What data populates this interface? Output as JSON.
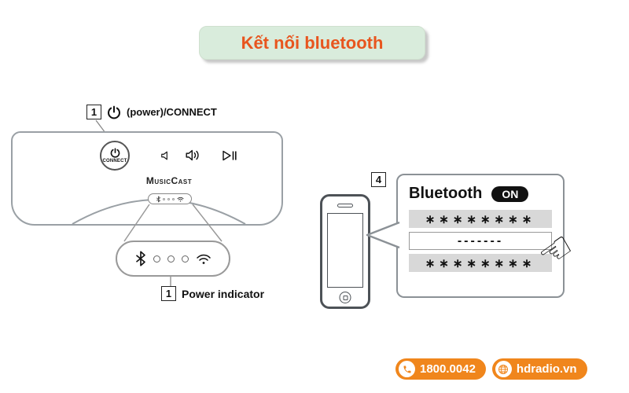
{
  "title": {
    "text": "Kết nối bluetooth"
  },
  "speaker": {
    "step": {
      "number": "1",
      "label": "(power)/CONNECT"
    },
    "connect_button_label": "CONNECT",
    "brand": "MusicCast",
    "indicator_caption": {
      "number": "1",
      "label": "Power indicator"
    }
  },
  "phone_dialog": {
    "step_number": "4",
    "heading": "Bluetooth",
    "on_badge": "ON",
    "rows": [
      "∗∗∗∗∗∗∗∗",
      "-------",
      "∗∗∗∗∗∗∗∗"
    ]
  },
  "footer": {
    "hotline": "1800.0042",
    "website": "hdradio.vn"
  },
  "icons": {
    "hand_pointer": "☜"
  },
  "colors": {
    "accent_orange": "#f0861c",
    "title_text": "#e8551e",
    "title_bg": "#d9ecdc",
    "on_badge_bg": "#111111"
  }
}
